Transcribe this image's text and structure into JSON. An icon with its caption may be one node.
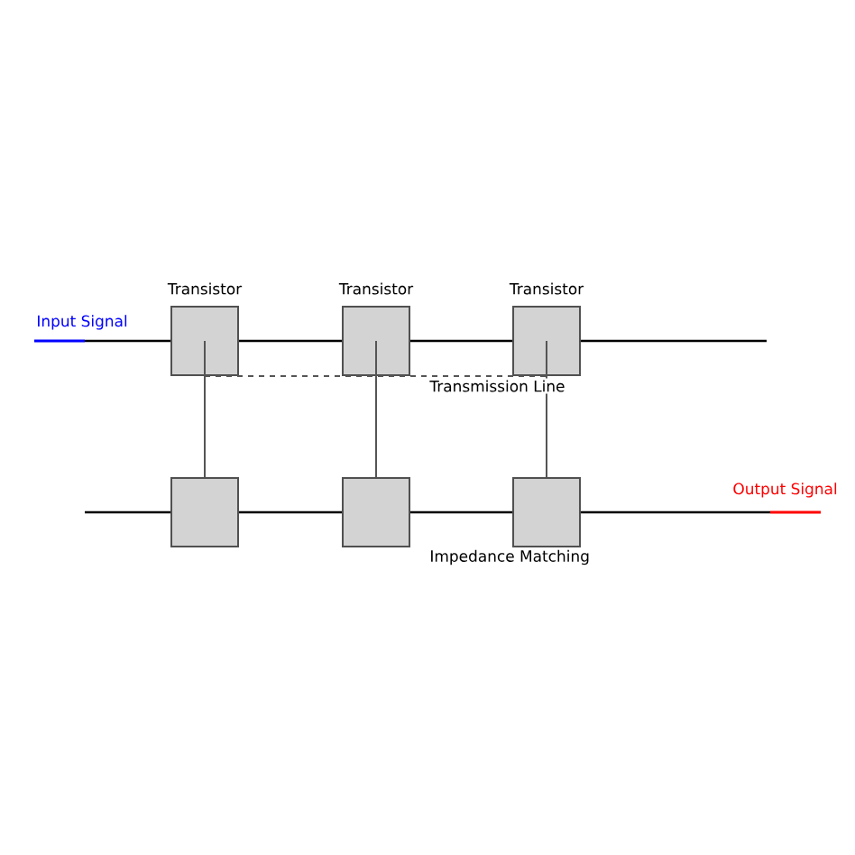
{
  "diagram": {
    "nodes": [
      {
        "text": [
          "Input Signal"
        ]
      },
      {
        "text": [
          "Transistor"
        ]
      },
      {
        "text": [
          "Transistor"
        ]
      },
      {
        "text": [
          "Transistor"
        ]
      },
      {
        "text": [],
        "shape": "box"
      },
      {
        "text": [],
        "shape": "box"
      },
      {
        "text": [],
        "shape": "box"
      },
      {
        "text": [
          "Output Signal"
        ]
      }
    ],
    "edges": [
      {
        "from": 0,
        "to": 1,
        "arrow": "none"
      },
      {
        "from": 1,
        "to": 2,
        "arrow": "none"
      },
      {
        "from": 2,
        "to": 3,
        "arrow": "none"
      },
      {
        "from": 3,
        "to": null,
        "arrow": "none"
      },
      {
        "from": 1,
        "to": 4,
        "arrow": "none",
        "color": "#555555"
      },
      {
        "from": 2,
        "to": 5,
        "arrow": "none",
        "color": "#555555"
      },
      {
        "from": 3,
        "to": 6,
        "arrow": "none",
        "color": "#555555"
      },
      {
        "from": null,
        "to": 4,
        "arrow": "none"
      },
      {
        "from": 4,
        "to": 5,
        "arrow": "none"
      },
      {
        "from": 5,
        "to": 6,
        "arrow": "none"
      },
      {
        "from": 6,
        "to": 7,
        "arrow": "none"
      },
      {
        "from": 1,
        "to": 3,
        "arrow": "none",
        "style": "dashed",
        "color": "#555555"
      }
    ],
    "labels": [
      "Transmission Line",
      "Impedance Matching"
    ]
  }
}
